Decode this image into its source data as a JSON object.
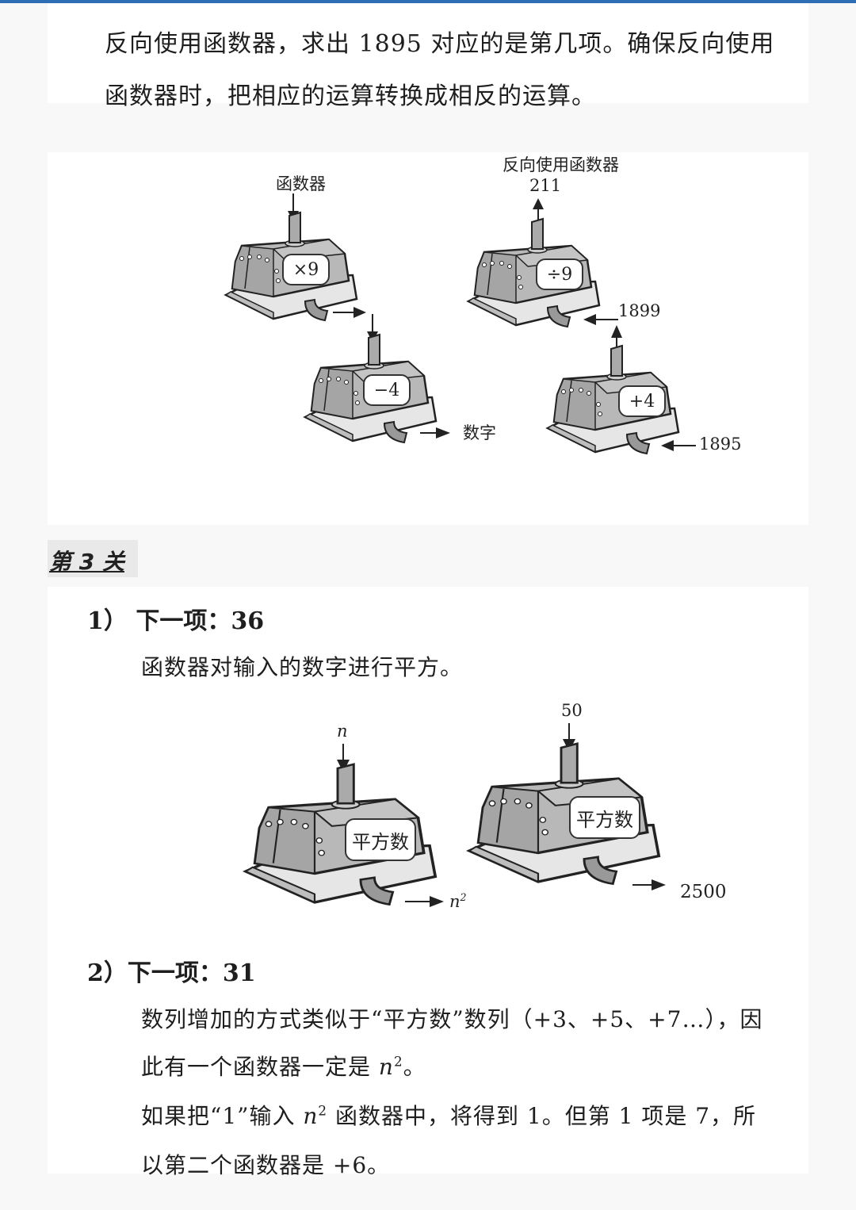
{
  "intro": {
    "line1": "反向使用函数器，求出 1895 对应的是第几项。确保反向使用",
    "line2": "函数器时，把相应的运算转换成相反的运算。"
  },
  "diagram1": {
    "forward": {
      "title": "函数器",
      "machine1_op": "×9",
      "machine2_op": "−4",
      "output_label": "数字"
    },
    "reverse": {
      "title": "反向使用函数器",
      "output_value": "211",
      "machine1_op": "÷9",
      "intermediate_value": "1899",
      "machine2_op": "+4",
      "input_value": "1895"
    }
  },
  "level": {
    "title": "第 3 关"
  },
  "q1": {
    "heading": "1）  下一项：36",
    "explanation": "函数器对输入的数字进行平方。",
    "diagram": {
      "machine1_input": "n",
      "machine1_op": "平方数",
      "machine1_output_base": "n",
      "machine1_output_exp": "2",
      "machine2_input": "50",
      "machine2_op": "平方数",
      "machine2_output": "2500"
    }
  },
  "q2": {
    "heading": "2）下一项：31",
    "line1": "数列增加的方式类似于“平方数”数列（+3、+5、+7…），因",
    "line2_pre": "此有一个函数器一定是 ",
    "line2_var": "n",
    "line2_exp": "2",
    "line2_post": "。",
    "line3_pre": "如果把“1”输入 ",
    "line3_var": "n",
    "line3_exp": "2",
    "line3_post": " 函数器中，将得到 1。但第 1 项是 7，所",
    "line4": "以第二个函数器是 +6。"
  }
}
